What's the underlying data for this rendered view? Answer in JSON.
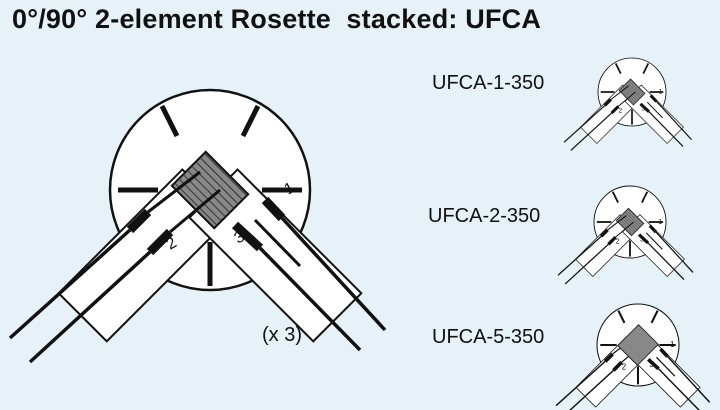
{
  "title": "0°/90° 2-element Rosette  stacked: UFCA",
  "main_figure": {
    "multiplier": "(x 3)",
    "grid_numbers": [
      "1",
      "2",
      "3"
    ]
  },
  "variants": [
    {
      "label": "UFCA-1-350",
      "grid_numbers": [
        "1",
        "2",
        "3"
      ]
    },
    {
      "label": "UFCA-2-350",
      "grid_numbers": [
        "1",
        "2",
        "3"
      ]
    },
    {
      "label": "UFCA-5-350",
      "grid_numbers": [
        "1",
        "2",
        "3"
      ]
    }
  ]
}
